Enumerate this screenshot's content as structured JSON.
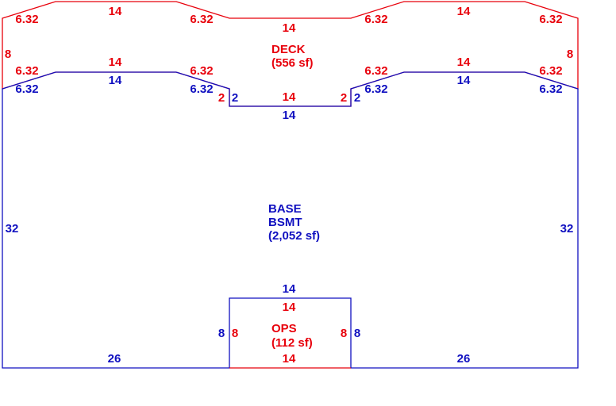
{
  "colors": {
    "deck": "#e8000b",
    "base": "#1010c0",
    "ops": "#e8000b",
    "background": "#ffffff"
  },
  "areas": {
    "deck": {
      "name": "DECK",
      "area": "(556 sf)"
    },
    "base": {
      "name_line1": "BASE",
      "name_line2": "BSMT",
      "area": "(2,052 sf)"
    },
    "ops": {
      "name": "OPS",
      "area": "(112 sf)"
    }
  },
  "deck_dims": {
    "top_left_diag": "6.32",
    "top_left_flat": "14",
    "top_left_inner_diag": "6.32",
    "top_center": "14",
    "top_right_inner_diag": "6.32",
    "top_right_flat": "14",
    "top_right_diag": "6.32",
    "left_side": "8",
    "right_side": "8",
    "bottom_left_diag": "6.32",
    "bottom_left_flat": "14",
    "bottom_left_inner_diag": "6.32",
    "notch_left": "2",
    "notch_bottom": "14",
    "notch_right": "2",
    "bottom_right_inner_diag": "6.32",
    "bottom_right_flat": "14",
    "bottom_right_diag": "6.32"
  },
  "base_dims": {
    "top_left_diag": "6.32",
    "top_left_flat": "14",
    "top_left_inner_diag": "6.32",
    "notch_left": "2",
    "notch_bottom": "14",
    "notch_right": "2",
    "top_right_inner_diag": "6.32",
    "top_right_flat": "14",
    "top_right_diag": "6.32",
    "left_side": "32",
    "right_side": "32",
    "bottom_left": "26",
    "bottom_right": "26",
    "ops_top": "14",
    "ops_left": "8",
    "ops_right": "8"
  },
  "ops_dims": {
    "top": "14",
    "left": "8",
    "right": "8",
    "bottom": "14"
  }
}
